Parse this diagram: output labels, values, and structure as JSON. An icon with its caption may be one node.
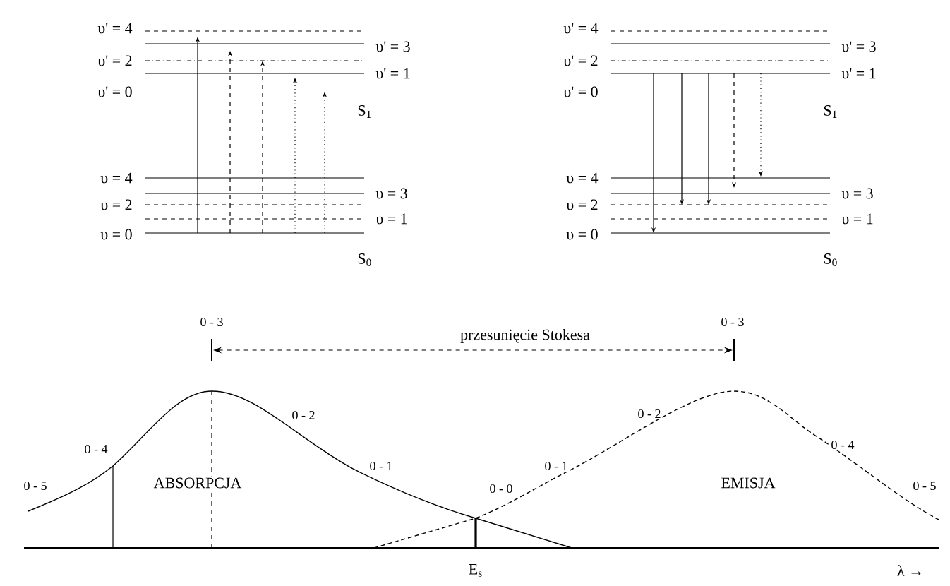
{
  "diagram": {
    "labels": [
      "υ' = 4",
      "υ' = 3",
      "υ' = 2",
      "υ' = 1",
      "υ' = 0",
      "S$_{1}$",
      "υ = 4",
      "υ = 3",
      "υ = 2",
      "υ = 1",
      "υ = 0",
      "S$_{0}$",
      "υ' = 4",
      "υ' = 3",
      "υ' = 2",
      "υ' = 1",
      "υ' = 0",
      "S$_{1}$",
      "υ = 4",
      "υ = 3",
      "υ = 2",
      "υ = 1",
      "υ = 0",
      "S$_{0}$",
      "0 - 3",
      "przesunięcie Stokesa",
      "0 - 3",
      "0 - 2",
      "0 - 4",
      "0 - 5",
      "ABSORPCJA",
      "0 - 1",
      "0 - 0",
      "0 - 2",
      "0 - 1",
      "EMISJA",
      "0 - 4",
      "0 - 5",
      "E$_{s}$",
      "λ →"
    ]
  }
}
